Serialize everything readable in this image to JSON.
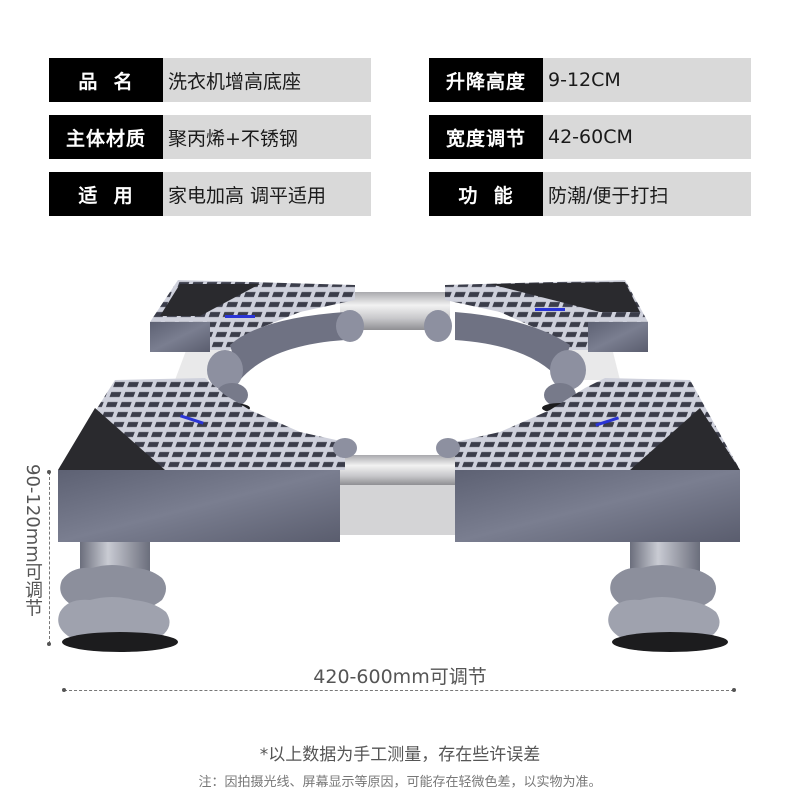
{
  "specs": {
    "left": [
      {
        "label": "品  名",
        "value": "洗衣机增高底座"
      },
      {
        "label": "主体材质",
        "value": "聚丙烯+不锈钢"
      },
      {
        "label": "适  用",
        "value": "家电加高 调平适用"
      }
    ],
    "right": [
      {
        "label": "升降高度",
        "value": "9-12CM"
      },
      {
        "label": "宽度调节",
        "value": "42-60CM"
      },
      {
        "label": "功  能",
        "value": "防潮/便于打扫"
      }
    ]
  },
  "dimensions": {
    "height_label": "90-120mm可调节",
    "width_label": "420-600mm可调节"
  },
  "notes": {
    "disclaimer": "*以上数据为手工测量，存在些许误差",
    "color_note": "注：因拍摄光线、屏幕显示等原因，可能存在轻微色差，以实物为准。"
  },
  "colors": {
    "label_bg": "#000000",
    "value_bg": "#d9d9d9",
    "product_body": "#6b6e80",
    "product_top": "#c9cbd6",
    "pad": "#2a2a2e",
    "accent_blue": "#2a34d6"
  }
}
